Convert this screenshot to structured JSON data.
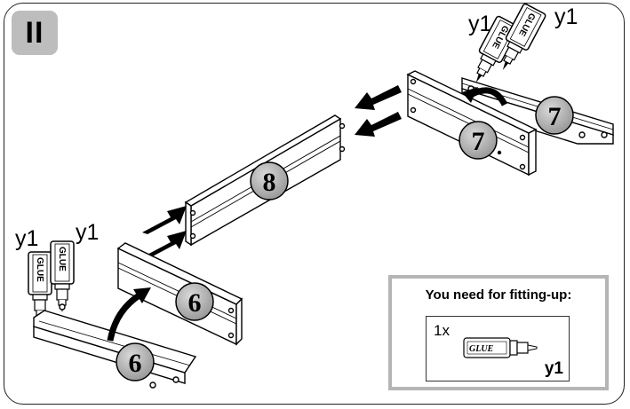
{
  "step": "II",
  "tube_labels": {
    "top_left": "y1",
    "top_right": "y1",
    "bottom_left": "y1",
    "bottom_right": "y1"
  },
  "glue_text": "GLUE",
  "parts": {
    "side_right": "7",
    "side_right_inner": "7",
    "long_panel": "8",
    "side_left": "6",
    "side_left_inner": "6"
  },
  "needed": {
    "title": "You need for fitting-up:",
    "quantity": "1x",
    "item_label": "GLUE",
    "item_code": "y1"
  },
  "colors": {
    "badge": "#bdbdbd",
    "number_circle": "#b0b0b0",
    "box_border": "#b5b5b5",
    "line": "#000000"
  }
}
